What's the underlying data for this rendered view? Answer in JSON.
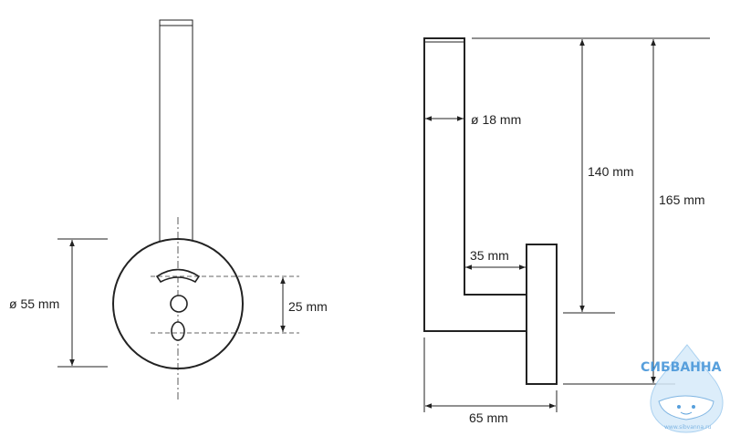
{
  "front_view": {
    "diameter_label": "ø 55 mm",
    "holes_spacing_label": "25 mm"
  },
  "side_view": {
    "rod_diameter_label": "ø 18 mm",
    "arm_length_label": "35 mm",
    "height_short_label": "140 mm",
    "height_total_label": "165 mm",
    "depth_label": "65 mm"
  },
  "watermark": {
    "brand": "СИБВАННА",
    "url": "www.sibvanna.ru"
  }
}
